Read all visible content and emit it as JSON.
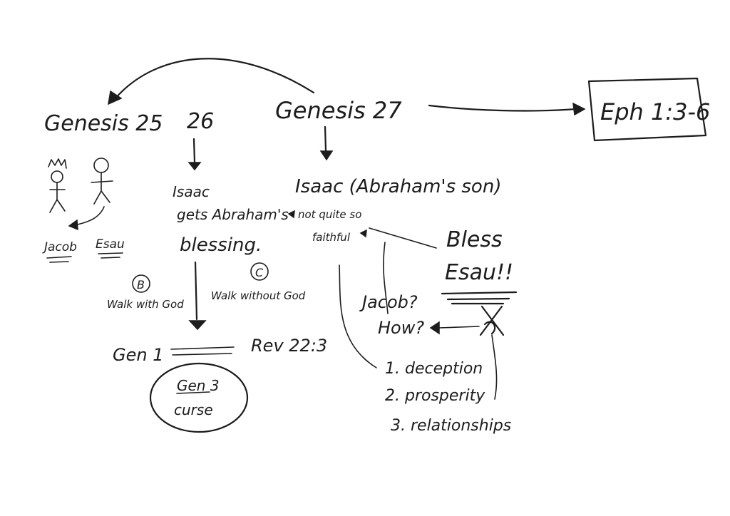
{
  "board": {
    "genesis25": "Genesis 25",
    "num26": "26",
    "genesis27": "Genesis 27",
    "eph": "Eph 1:3-6",
    "jacob": "Jacob",
    "esau": "Esau",
    "isaac26_line1": "Isaac",
    "isaac26_line2": "gets Abraham's",
    "isaac26_line3": "blessing.",
    "circle_b": "B",
    "circle_c": "C",
    "walk_with_god": "Walk with God",
    "walk_without_god": "Walk without God",
    "gen1": "Gen 1",
    "rev": "Rev 22:3",
    "gen3": "Gen 3",
    "curse": "curse",
    "isaac27": "Isaac (Abraham's son)",
    "not_quite_line1": "not quite so",
    "not_quite_line2": "faithful",
    "bless_line1": "Bless",
    "bless_line2": "Esau!!",
    "jacob_q": "Jacob?",
    "how_q": "How?",
    "list_1": "1. deception",
    "list_2": "2. prosperity",
    "list_3": "3. relationships"
  }
}
